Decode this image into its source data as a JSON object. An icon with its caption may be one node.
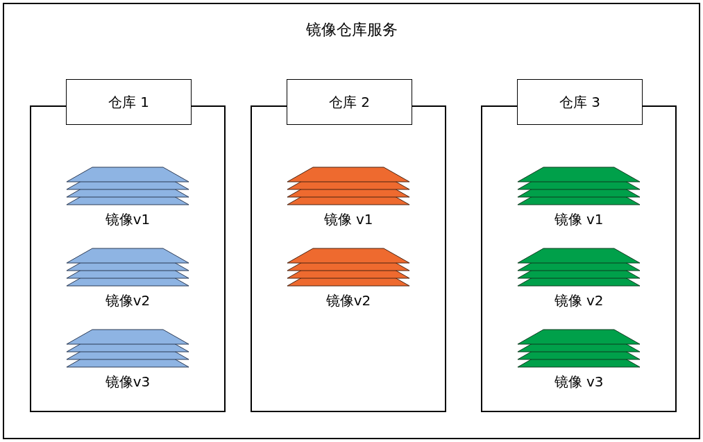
{
  "diagram": {
    "nodes": [
      {
        "text": [
          "镜像仓库服务"
        ]
      },
      {
        "text": [
          "仓库 1"
        ],
        "in": 0
      },
      {
        "text": [
          "镜像v1"
        ],
        "in": 1
      },
      {
        "text": [
          "镜像v2"
        ],
        "in": 1
      },
      {
        "text": [
          "镜像v3"
        ],
        "in": 1
      },
      {
        "text": [
          "仓库 2"
        ],
        "in": 0
      },
      {
        "text": [
          "镜像 v1"
        ],
        "in": 5
      },
      {
        "text": [
          "镜像v2"
        ],
        "in": 5
      },
      {
        "text": [
          "仓库 3"
        ],
        "in": 0
      },
      {
        "text": [
          "镜像 v1"
        ],
        "in": 8
      },
      {
        "text": [
          "镜像 v2"
        ],
        "in": 8
      },
      {
        "text": [
          "镜像 v3"
        ],
        "in": 8
      }
    ]
  }
}
